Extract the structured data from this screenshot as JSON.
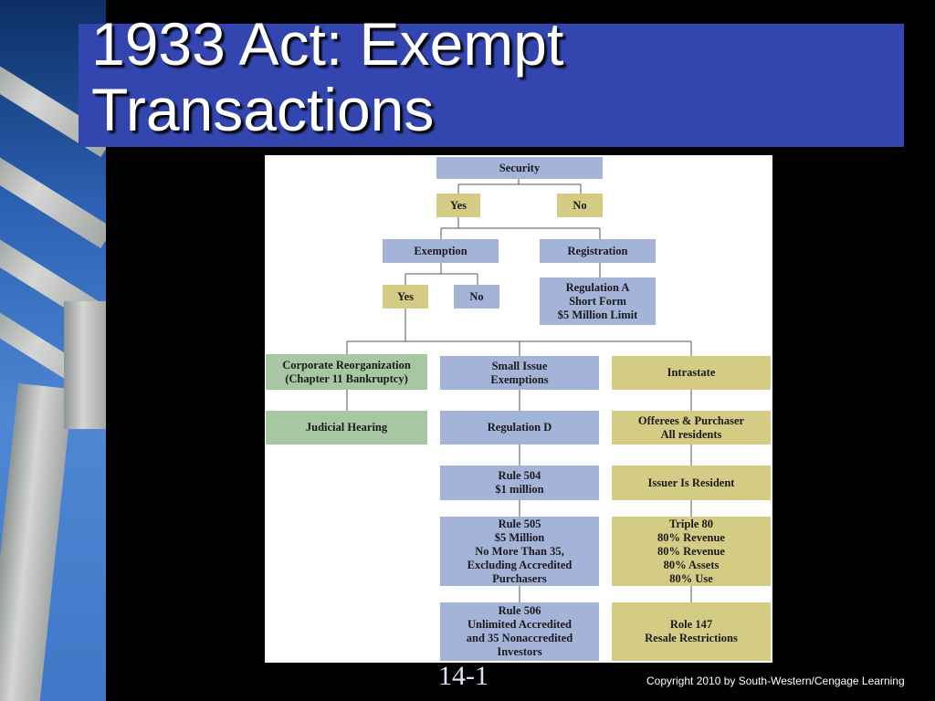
{
  "slide": {
    "title_line1": "1933 Act: Exempt",
    "title_line2": "Transactions",
    "slide_number": "14-1",
    "copyright": "Copyright 2010 by South-Western/Cengage Learning"
  },
  "diagram": {
    "nodes": {
      "security": "Security",
      "yes_top": "Yes",
      "no_top": "No",
      "exemption": "Exemption",
      "registration": "Registration",
      "yes_exemption": "Yes",
      "no_exemption": "No",
      "regulation_a": "Regulation A\nShort Form\n$5 Million Limit",
      "corporate_reorganization": "Corporate Reorganization\n(Chapter 11 Bankruptcy)",
      "small_issue": "Small Issue\nExemptions",
      "intrastate": "Intrastate",
      "judicial_hearing": "Judicial Hearing",
      "regulation_d": "Regulation D",
      "offerees": "Offerees & Purchaser\nAll residents",
      "rule_504": "Rule 504\n$1 million",
      "issuer_resident": "Issuer Is Resident",
      "rule_505": "Rule 505\n$5 Million\nNo More Than 35,\nExcluding Accredited\nPurchasers",
      "triple_80": "Triple 80\n80% Revenue\n80%  Revenue\n80% Assets\n80%  Use",
      "rule_506": "Rule 506\nUnlimited Accredited\nand 35 Nonaccredited\nInvestors",
      "role_147": "Role 147\nResale Restrictions"
    },
    "colors": {
      "blue": "#a3b4d8",
      "yellow": "#d4cc85",
      "green": "#a7c7a3"
    }
  }
}
